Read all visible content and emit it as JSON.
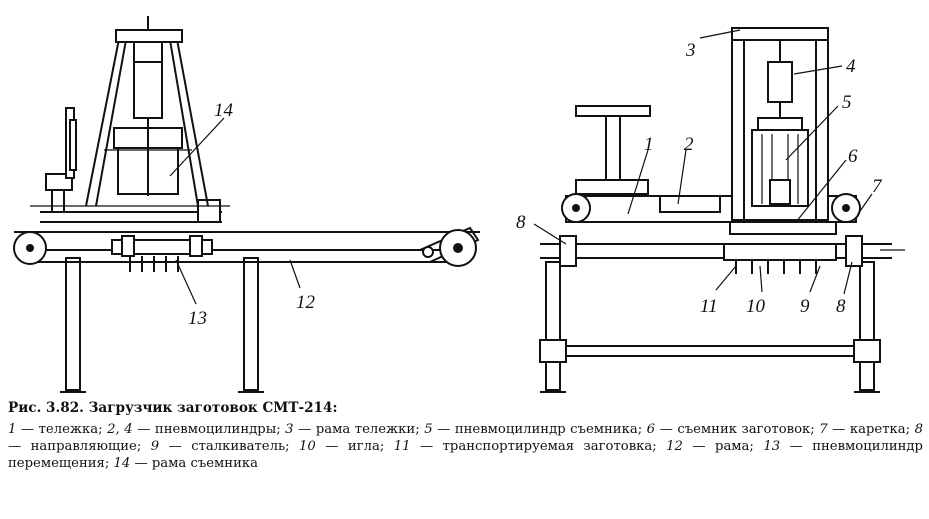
{
  "caption": {
    "title": "Рис. 3.82. Загрузчик заготовок СМТ-214:",
    "legend": [
      {
        "num": "1",
        "text": " — тележка; "
      },
      {
        "num": "2, 4",
        "text": " — пневмоцилиндры; "
      },
      {
        "num": "3",
        "text": " — рама тележки; "
      },
      {
        "num": "5",
        "text": " — пневмоцилиндр съемника; "
      },
      {
        "num": "6",
        "text": " — съемник заготовок; "
      },
      {
        "num": "7",
        "text": " — каретка; "
      },
      {
        "num": "8",
        "text": " — направляющие; "
      },
      {
        "num": "9",
        "text": " — сталкиватель; "
      },
      {
        "num": "10",
        "text": " — игла; "
      },
      {
        "num": "11",
        "text": " — транспортируемая заготовка; "
      },
      {
        "num": "12",
        "text": " — рама; "
      },
      {
        "num": "13",
        "text": " — пневмоцилиндр перемещения; "
      },
      {
        "num": "14",
        "text": " — рама съемника"
      }
    ]
  },
  "callouts": {
    "c1": "1",
    "c2": "2",
    "c3": "3",
    "c4": "4",
    "c5": "5",
    "c6": "6",
    "c7": "7",
    "c8a": "8",
    "c8b": "8",
    "c9": "9",
    "c10": "10",
    "c11": "11",
    "c12": "12",
    "c13": "13",
    "c14": "14"
  }
}
